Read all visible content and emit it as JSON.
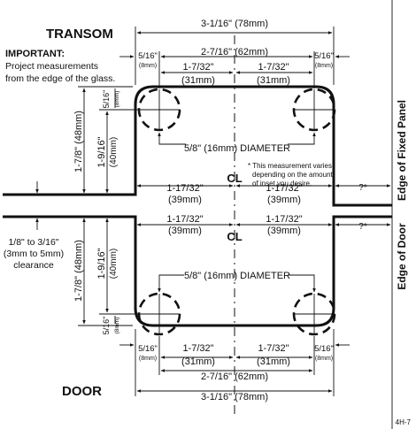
{
  "labels": {
    "transom": "TRANSOM",
    "door": "DOOR",
    "important_title": "IMPORTANT:",
    "important_lines": [
      "Project measurements",
      "from the edge of the glass."
    ],
    "edge_fixed": "Edge of Fixed Panel",
    "edge_door": "Edge of Door",
    "fig_id": "4H-7",
    "clearance_lines": [
      "1/8\" to 3/16\"",
      "(3mm to 5mm)",
      "clearance"
    ],
    "note_lines": [
      "* This measurement varies",
      "depending on the amount",
      "of inset you desire."
    ],
    "cl": "CL",
    "unknown": "?*"
  },
  "dims": {
    "overall": "3-1/16\" (78mm)",
    "holes_center": "2-7/16\" (62mm)",
    "half": "1-7/32\"",
    "half_mm": "(31mm)",
    "edge": "5/16\"",
    "edge_mm": "(8mm)",
    "diameter": "5/8\" (16mm) DIAMETER",
    "center_to_edge": "1-17/32\"",
    "center_to_edge_mm": "(39mm)",
    "height": "1-7/8\" (48mm)",
    "height_inner": "1-9/16\"",
    "height_inner_mm": "(40mm)",
    "vert_edge": "5/16\"",
    "vert_edge_mm": "(8mm)"
  }
}
